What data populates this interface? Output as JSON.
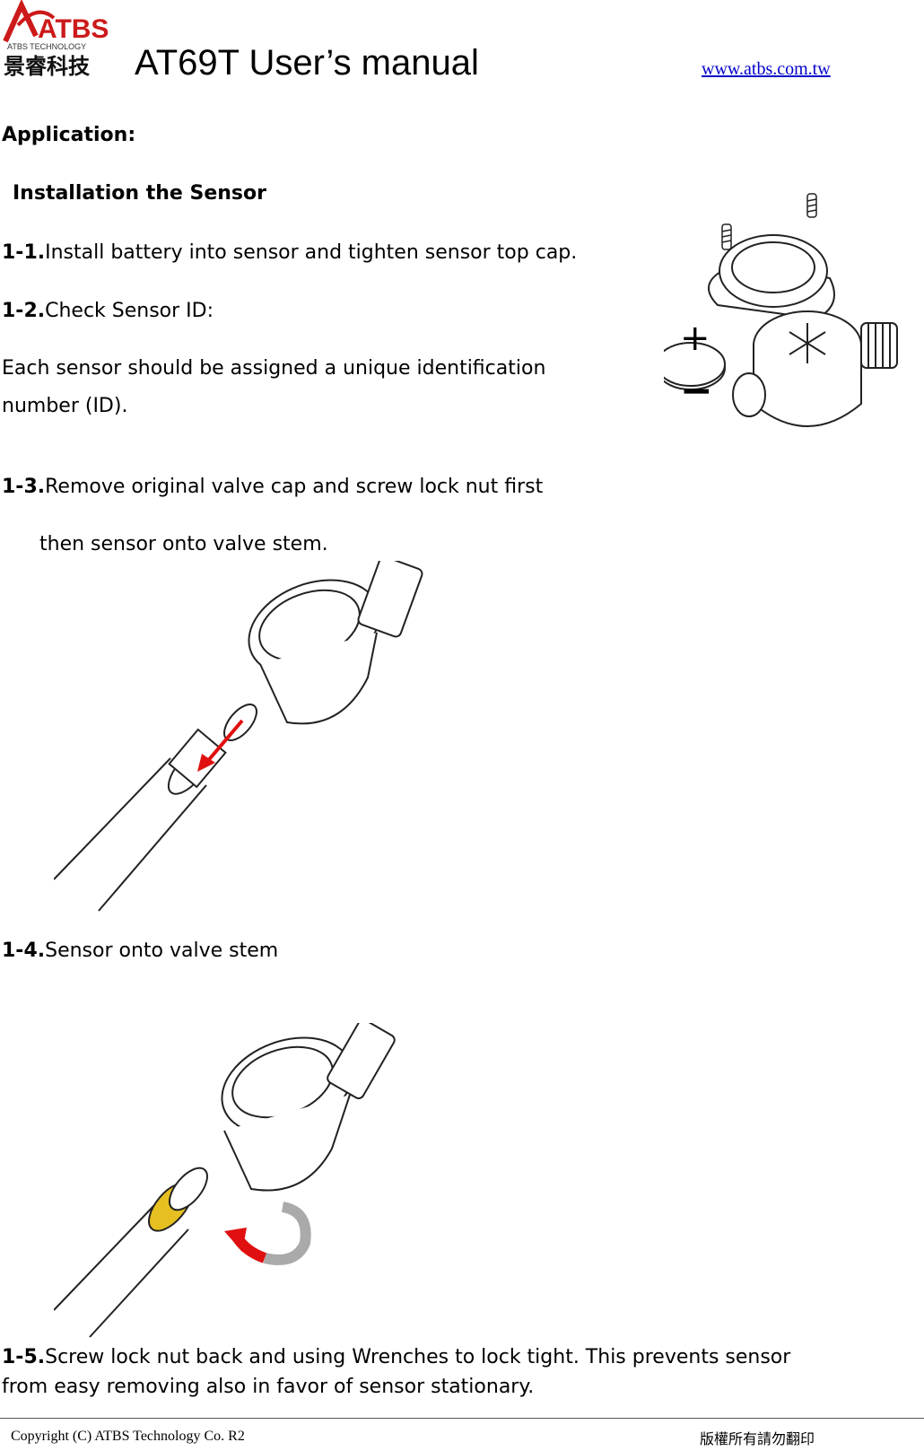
{
  "header": {
    "logo_text": "ATBS",
    "logo_subtext": "ATBS TECHNOLOGY",
    "logo_cn": "景睿科技",
    "title": "AT69T User’s manual",
    "website": "www.atbs.com.tw"
  },
  "content": {
    "section_heading": "Application:",
    "subsection_heading": "Installation the Sensor",
    "steps": [
      {
        "num": "1-1.",
        "text": "Install battery into sensor and tighten sensor top cap."
      },
      {
        "num": "1-2.",
        "text": "Check Sensor ID:"
      },
      {
        "num": "",
        "text": "Each sensor should be assigned a unique identification"
      },
      {
        "num": "",
        "text": "number (ID)."
      },
      {
        "num": "1-3.",
        "text": "Remove original valve cap and screw lock nut first"
      },
      {
        "num": "",
        "text": "then sensor onto valve stem."
      },
      {
        "num": "1-4.",
        "text": "Sensor onto valve stem"
      },
      {
        "num": "1-5.",
        "text": "Screw lock nut back and using Wrenches to lock tight. This prevents sensor"
      },
      {
        "num": "",
        "text": "from easy removing also in favor of sensor stationary."
      }
    ],
    "figure_battery_labels": {
      "plus": "+",
      "minus": "−"
    }
  },
  "footer": {
    "copyright": "Copyright (C) ATBS Technology Co. R2",
    "notice": "版權所有請勿翻印"
  }
}
